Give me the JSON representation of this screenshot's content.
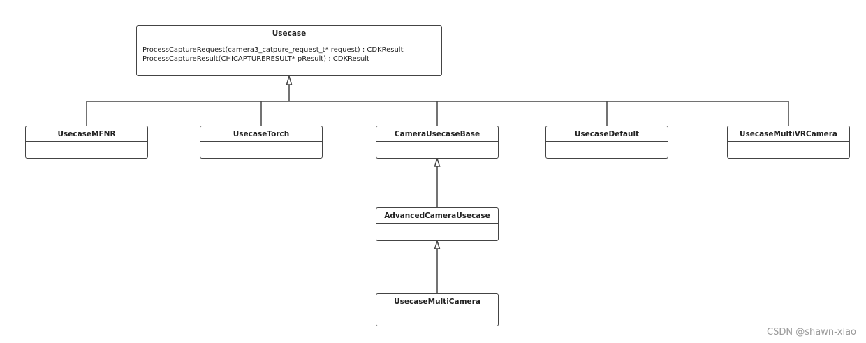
{
  "diagram": {
    "classes": [
      {
        "id": "usecase",
        "name": "Usecase",
        "methods": [
          "ProcessCaptureRequest(camera3_catpure_request_t* request) : CDKResult",
          "ProcessCaptureResult(CHICAPTURERESULT* pResult) : CDKResult"
        ]
      },
      {
        "id": "usecase-mfnr",
        "name": "UsecaseMFNR",
        "methods": []
      },
      {
        "id": "usecase-torch",
        "name": "UsecaseTorch",
        "methods": []
      },
      {
        "id": "camera-usecase-base",
        "name": "CameraUsecaseBase",
        "methods": []
      },
      {
        "id": "usecase-default",
        "name": "UsecaseDefault",
        "methods": []
      },
      {
        "id": "usecase-multi-vr-camera",
        "name": "UsecaseMultiVRCamera",
        "methods": []
      },
      {
        "id": "advanced-camera-usecase",
        "name": "AdvancedCameraUsecase",
        "methods": []
      },
      {
        "id": "usecase-multi-camera",
        "name": "UsecaseMultiCamera",
        "methods": []
      }
    ],
    "relations": [
      {
        "type": "generalization",
        "from": "usecase-mfnr",
        "to": "usecase"
      },
      {
        "type": "generalization",
        "from": "usecase-torch",
        "to": "usecase"
      },
      {
        "type": "generalization",
        "from": "camera-usecase-base",
        "to": "usecase"
      },
      {
        "type": "generalization",
        "from": "usecase-default",
        "to": "usecase"
      },
      {
        "type": "generalization",
        "from": "usecase-multi-vr-camera",
        "to": "usecase"
      },
      {
        "type": "generalization",
        "from": "advanced-camera-usecase",
        "to": "camera-usecase-base"
      },
      {
        "type": "generalization",
        "from": "usecase-multi-camera",
        "to": "advanced-camera-usecase"
      }
    ],
    "colors": {
      "line": "#444444",
      "background": "#ffffff",
      "watermark": "#9a9a9a"
    }
  },
  "watermark": "CSDN @shawn-xiao"
}
